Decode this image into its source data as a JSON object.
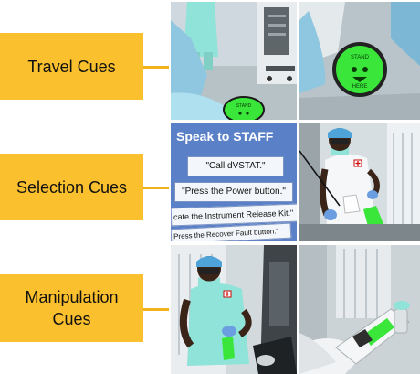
{
  "labels": {
    "travel": "Travel Cues",
    "selection": "Selection Cues",
    "manipulation_line1": "Manipulation",
    "manipulation_line2": "Cues"
  },
  "travel_marker_top": "STAND",
  "travel_marker_bottom": "HERE",
  "speak_menu": {
    "title": "Speak to STAFF",
    "items": [
      "\"Call dVSTAT.\"",
      "\"Press the Power button.\"",
      "cate the Instrument Release Kit.\"",
      "Press the Recover Fault button.\""
    ]
  },
  "colors": {
    "label_bg": "#fbc02d",
    "cue_green": "#39e639",
    "scrubs": "#8fe3d8",
    "menu_blue": "#5a80c8"
  }
}
